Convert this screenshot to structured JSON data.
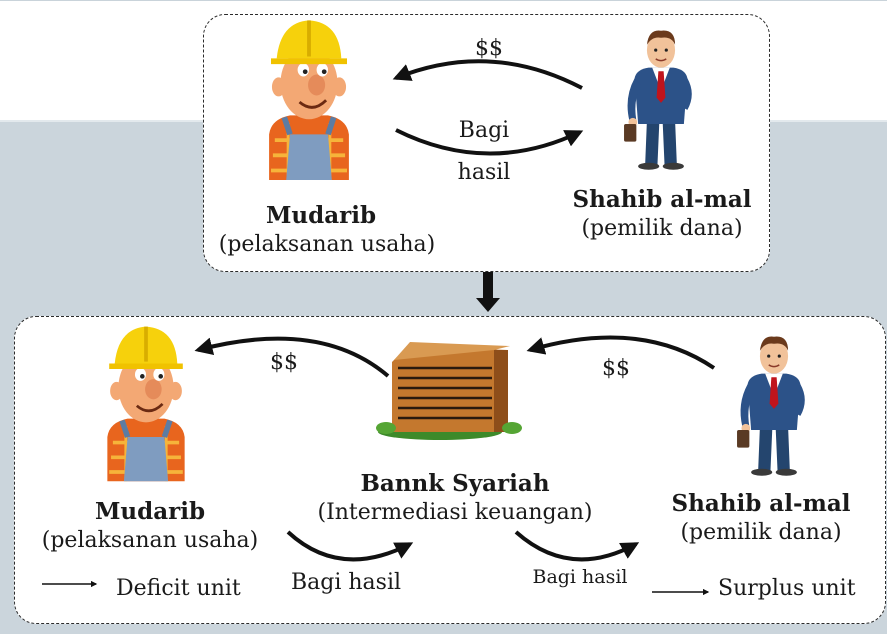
{
  "colors": {
    "band": "#cbd5dc",
    "panel_border": "#2b2b2b",
    "arrow": "#111111"
  },
  "top_panel": {
    "money_label": "$$",
    "profit_label_line1": "Bagi",
    "profit_label_line2": "hasil",
    "mudarib": {
      "name": "Mudarib",
      "role": "(pelaksanan usaha)",
      "icon": "worker-icon"
    },
    "shahib": {
      "name": "Shahib al-mal",
      "role": "(pemilik dana)",
      "icon": "businessman-icon"
    }
  },
  "bottom_panel": {
    "money_label_left": "$$",
    "money_label_right": "$$",
    "bank": {
      "name": "Bannk Syariah",
      "role": "(Intermediasi keuangan)",
      "icon": "bank-building-icon"
    },
    "mudarib": {
      "name": "Mudarib",
      "role": "(pelaksanan usaha)",
      "icon": "worker-icon"
    },
    "shahib": {
      "name": "Shahib al-mal",
      "role": "(pemilik dana)",
      "icon": "businessman-icon"
    },
    "profit_label_left": "Bagi hasil",
    "profit_label_right": "Bagi hasil",
    "deficit_label": "Deficit unit",
    "surplus_label": "Surplus unit"
  }
}
